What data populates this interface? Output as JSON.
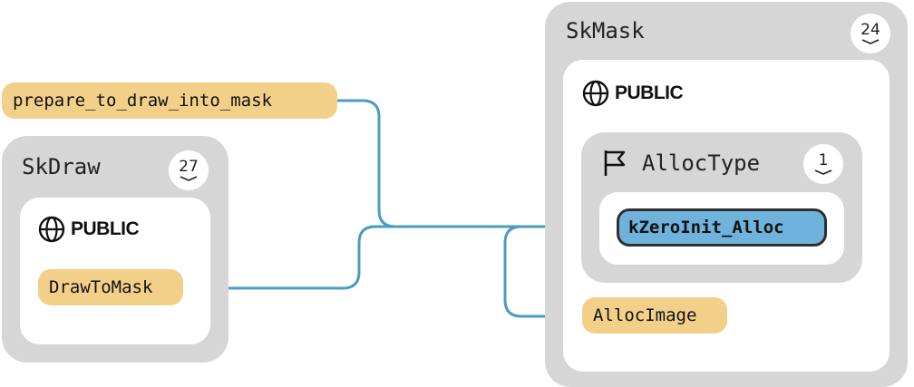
{
  "nodes": {
    "skdraw": {
      "title": "SkDraw",
      "count": "27",
      "section": "PUBLIC",
      "member": "DrawToMask"
    },
    "skmask": {
      "title": "SkMask",
      "count": "24",
      "section": "PUBLIC",
      "alloctype": {
        "title": "AllocType",
        "count": "1",
        "member": "kZeroInit_Alloc"
      },
      "member": "AllocImage"
    },
    "free_function": "prepare_to_draw_into_mask"
  },
  "colors": {
    "edge": "#4a9cc0",
    "member": "#f3d08a",
    "selected": "#6fb3dd",
    "group": "#d6d6d6"
  },
  "icons": {
    "section": "globe-icon",
    "enum": "flag-icon",
    "expand": "chevron-down-icon"
  }
}
